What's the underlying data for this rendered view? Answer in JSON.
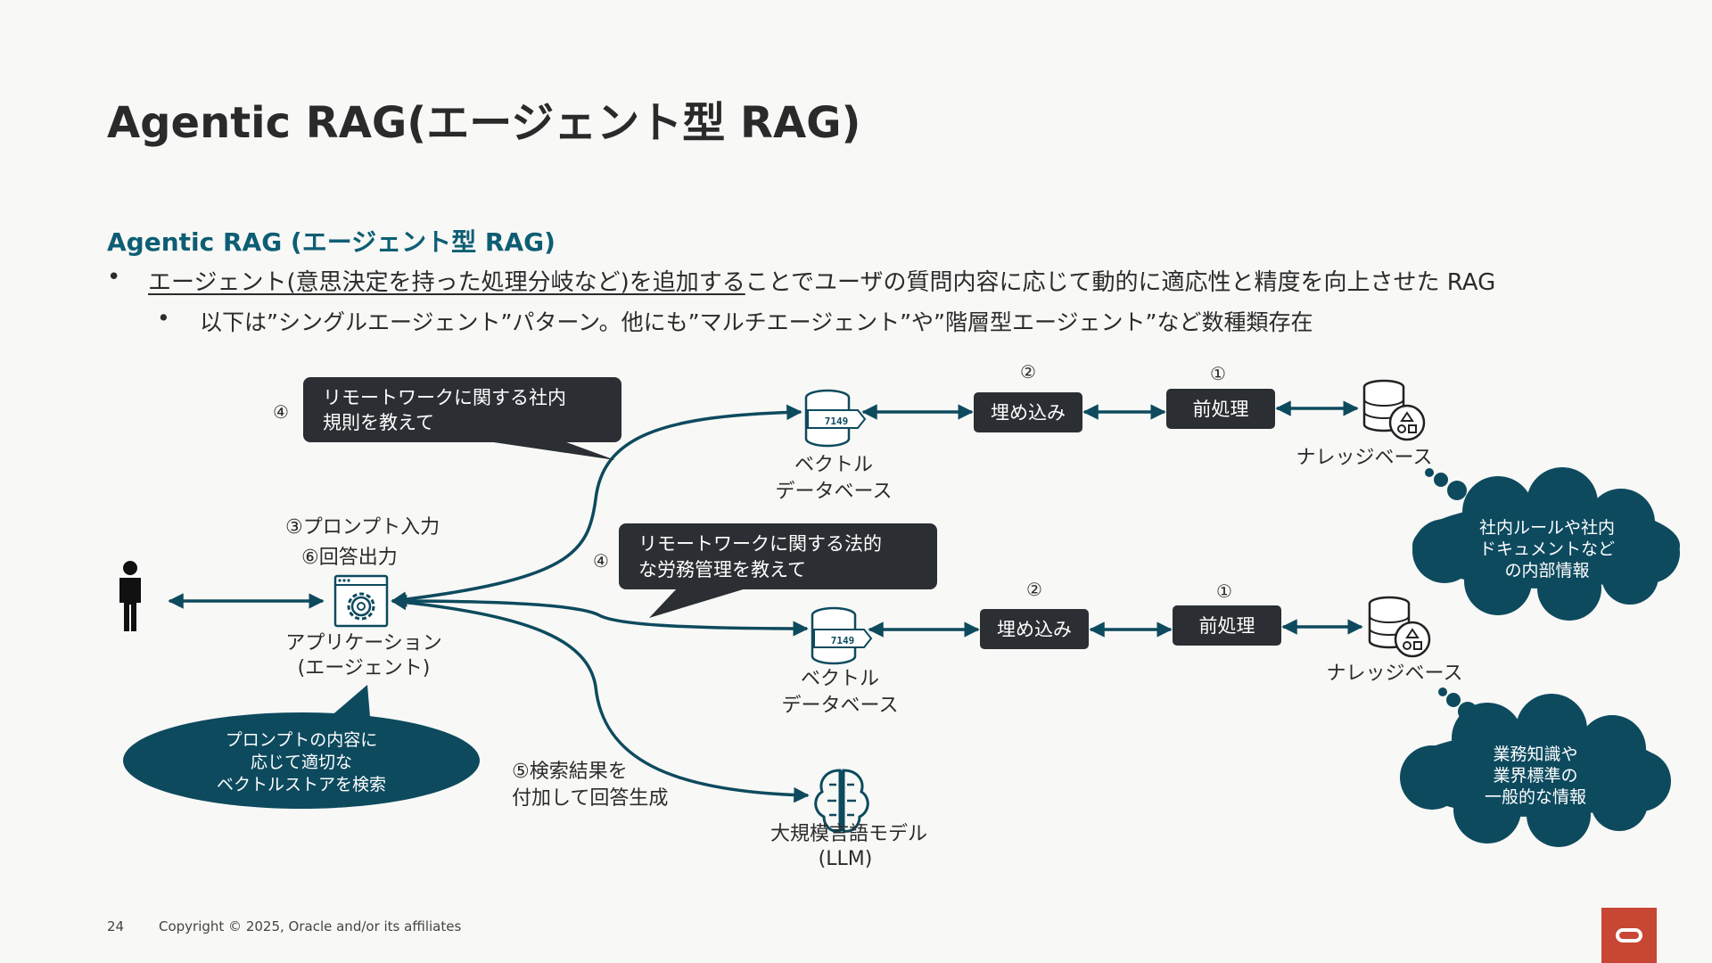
{
  "title": "Agentic RAG(エージェント型 RAG)",
  "subtitle": "Agentic RAG (エージェント型 RAG)",
  "bullet1": {
    "marker": "•",
    "underlined": "エージェント(意思決定を持った処理分岐など)を追加する",
    "rest": "ことでユーザの質問内容に応じて動的に適応性と精度を向上させた RAG"
  },
  "bullet2": {
    "marker": "•",
    "text": "以下は”シングルエージェント”パターン。他にも”マルチエージェント”や”階層型エージェント”など数種類存在"
  },
  "diagram": {
    "app_label_1": "アプリケーション",
    "app_label_2": "(エージェント)",
    "step3": "③プロンプト入力",
    "step6": "⑥回答出力",
    "step5_1": "⑤検索結果を",
    "step5_2": "付加して回答生成",
    "bubble1_num": "④",
    "bubble1_1": "リモートワークに関する社内",
    "bubble1_2": "規則を教えて",
    "bubble2_num": "④",
    "bubble2_1": "リモートワークに関する法的",
    "bubble2_2": "な労務管理を教えて",
    "agent_note_1": "プロンプトの内容に",
    "agent_note_2": "応じて適切な",
    "agent_note_3": "ベクトルストアを検索",
    "vdb_label_1": "ベクトル",
    "vdb_label_2": "データベース",
    "vdb_code": "7149",
    "embed_label": "埋め込み",
    "embed_num": "②",
    "preprocess_label": "前処理",
    "preprocess_num": "①",
    "kb_label": "ナレッジベース",
    "cloud1_1": "社内ルールや社内",
    "cloud1_2": "ドキュメントなど",
    "cloud1_3": "の内部情報",
    "cloud2_1": "業務知識や",
    "cloud2_2": "業界標準の",
    "cloud2_3": "一般的な情報",
    "llm_label_1": "大規模言語モデル",
    "llm_label_2": "(LLM)"
  },
  "footer": {
    "page": "24",
    "copyright": "Copyright © 2025, Oracle and/or its affiliates"
  },
  "colors": {
    "accent": "#0d5e74",
    "dark_box": "#2b2f33",
    "oracle_red": "#c74634"
  }
}
